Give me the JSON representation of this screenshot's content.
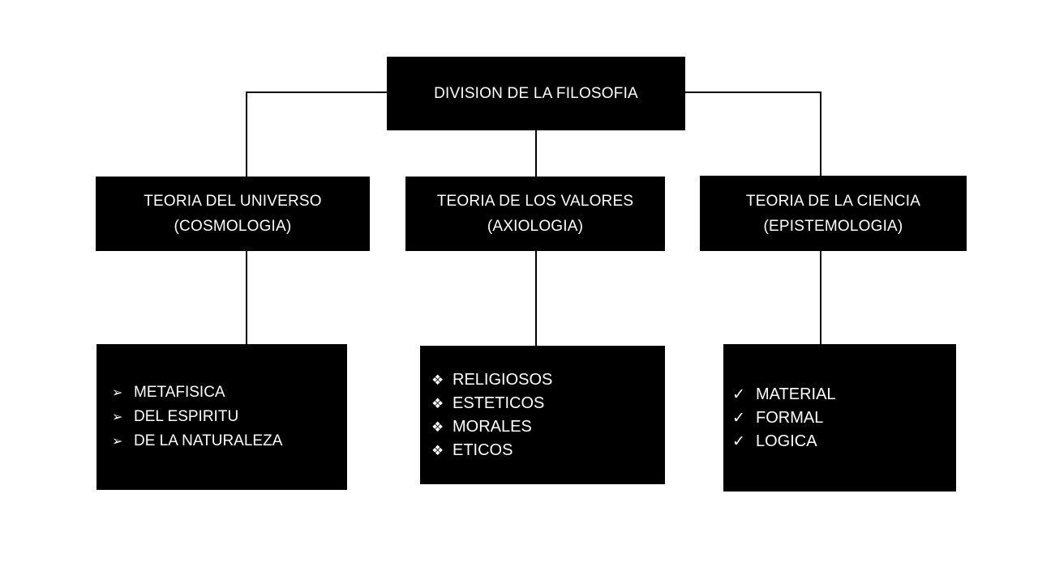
{
  "diagram": {
    "title": "DIVISION DE LA FILOSOFIA",
    "background_color": "#FFFFFF",
    "node_color": "#000000",
    "text_color": "#FFFFFF",
    "connector_color": "#000000"
  },
  "root": {
    "label": "DIVISION DE LA FILOSOFIA"
  },
  "branches": [
    {
      "title": "TEORIA DEL UNIVERSO",
      "subtitle": "(COSMOLOGIA)",
      "bullet_icon": "arrowhead-bullet",
      "bullet_glyph": "➢",
      "items": [
        {
          "label": "METAFISICA"
        },
        {
          "label": "DEL ESPIRITU"
        },
        {
          "label": "DE LA NATURALEZA"
        }
      ]
    },
    {
      "title": "TEORIA DE LOS VALORES",
      "subtitle": "(AXIOLOGIA)",
      "bullet_icon": "diamond-cluster-bullet",
      "bullet_glyph": "❖",
      "items": [
        {
          "label": "RELIGIOSOS"
        },
        {
          "label": "ESTETICOS"
        },
        {
          "label": "MORALES"
        },
        {
          "label": "ETICOS"
        }
      ]
    },
    {
      "title": "TEORIA DE LA CIENCIA",
      "subtitle": "(EPISTEMOLOGIA)",
      "bullet_icon": "checkmark-bullet",
      "bullet_glyph": "✓",
      "items": [
        {
          "label": "MATERIAL"
        },
        {
          "label": "FORMAL"
        },
        {
          "label": "LOGICA"
        }
      ]
    }
  ]
}
